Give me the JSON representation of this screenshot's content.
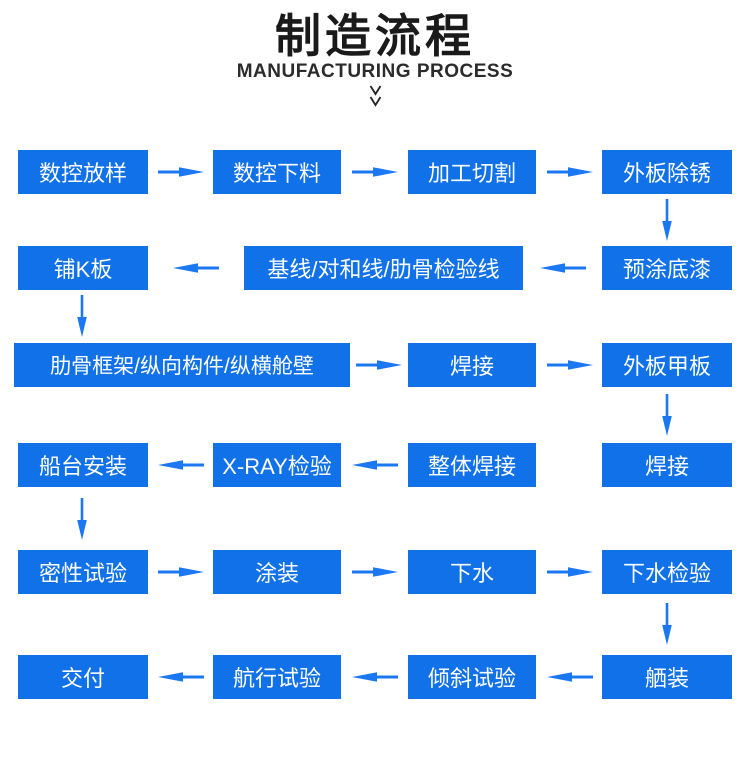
{
  "header": {
    "title": "制造流程",
    "subtitle": "MANUFACTURING PROCESS"
  },
  "colors": {
    "node_blue": "#1171e8",
    "arrow_blue": "#1b78f2",
    "title_black": "#1a1a1a"
  },
  "flow": {
    "rows": [
      {
        "direction": "right",
        "boxes": [
          {
            "label": "数控放样"
          },
          {
            "label": "数控下料"
          },
          {
            "label": "加工切割"
          },
          {
            "label": "外板除锈"
          }
        ]
      },
      {
        "direction": "left",
        "boxes": [
          {
            "label": "铺K板"
          },
          {
            "label": "基线/对和线/肋骨检验线"
          },
          {
            "label": "预涂底漆"
          }
        ]
      },
      {
        "direction": "right",
        "boxes": [
          {
            "label": "肋骨框架/纵向构件/纵横舱壁"
          },
          {
            "label": "焊接"
          },
          {
            "label": "外板甲板"
          }
        ]
      },
      {
        "direction": "left",
        "boxes": [
          {
            "label": "船台安装"
          },
          {
            "label": "X-RAY检验"
          },
          {
            "label": "整体焊接"
          },
          {
            "label": "焊接"
          }
        ]
      },
      {
        "direction": "right",
        "boxes": [
          {
            "label": "密性试验"
          },
          {
            "label": "涂装"
          },
          {
            "label": "下水"
          },
          {
            "label": "下水检验"
          }
        ]
      },
      {
        "direction": "left",
        "boxes": [
          {
            "label": "交付"
          },
          {
            "label": "航行试验"
          },
          {
            "label": "倾斜试验"
          },
          {
            "label": "舾装"
          }
        ]
      }
    ]
  }
}
